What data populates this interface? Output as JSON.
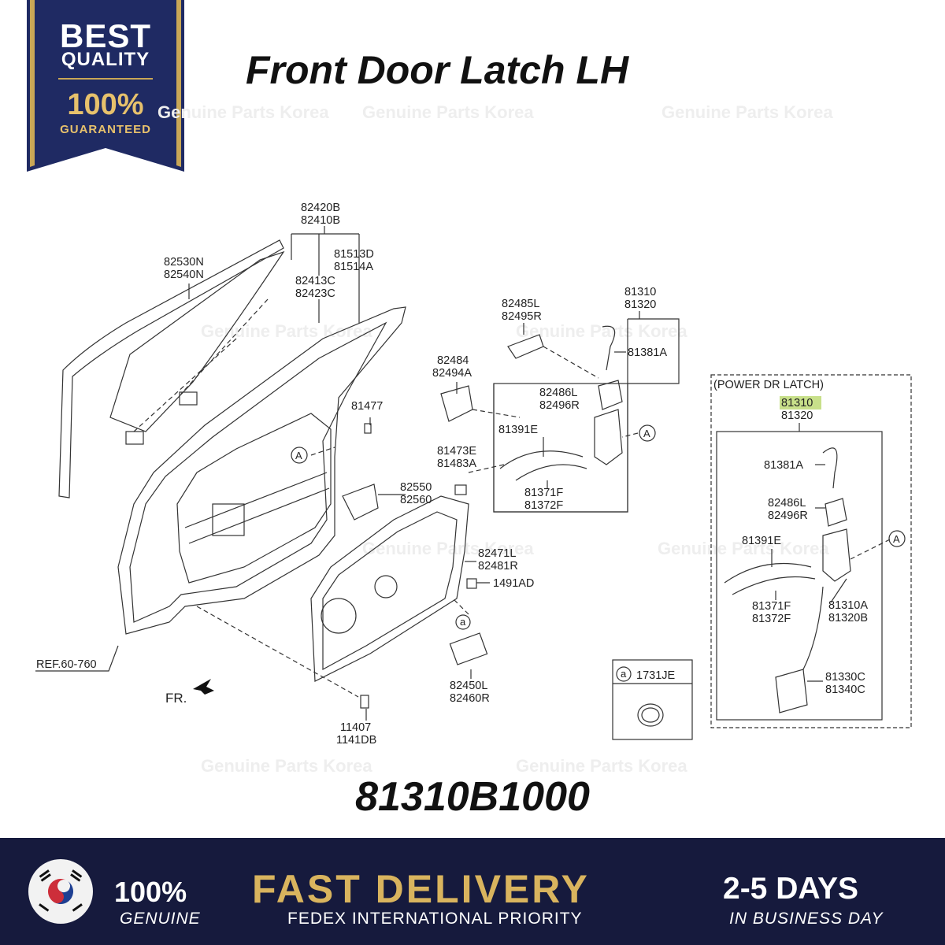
{
  "badge": {
    "line1": "BEST",
    "line2": "QUALITY",
    "line3": "100%",
    "line4": "GUARANTEED"
  },
  "title": "Front Door Latch LH",
  "part_number": "81310B1000",
  "watermark": "Genuine Parts Korea",
  "diagram": {
    "power_latch_title": "(POWER DR LATCH)",
    "highlight_label": "81310",
    "labels": {
      "l82420B": "82420B",
      "l82410B": "82410B",
      "l81513D": "81513D",
      "l81514A": "81514A",
      "l82530N": "82530N",
      "l82540N": "82540N",
      "l82413C": "82413C",
      "l82423C": "82423C",
      "l81477": "81477",
      "l82484": "82484",
      "l82494A": "82494A",
      "l82485L": "82485L",
      "l82495R": "82495R",
      "l81310": "81310",
      "l81320": "81320",
      "l81381A": "81381A",
      "l82486L": "82486L",
      "l82496R": "82496R",
      "l81391E": "81391E",
      "l81473E": "81473E",
      "l81483A": "81483A",
      "l81371F": "81371F",
      "l81372F": "81372F",
      "l82550": "82550",
      "l82560": "82560",
      "l82471L": "82471L",
      "l82481R": "82481R",
      "l1491AD": "1491AD",
      "l82450L": "82450L",
      "l82460R": "82460R",
      "l11407": "11407",
      "l1141DB": "1141DB",
      "l1731JE": "1731JE",
      "lREF": "REF.60-760",
      "lFR": "FR.",
      "p81320": "81320",
      "p81381A": "81381A",
      "p82486L": "82486L",
      "p82496R": "82496R",
      "p81391E": "81391E",
      "p81371F": "81371F",
      "p81372F": "81372F",
      "p81310A": "81310A",
      "p81320B": "81320B",
      "p81330C": "81330C",
      "p81340C": "81340C",
      "circleA": "A",
      "circlea": "a"
    }
  },
  "footer": {
    "genuine_pct": "100%",
    "genuine": "GENUINE",
    "fast": "FAST DELIVERY",
    "fedex": "FEDEX INTERNATIONAL PRIORITY",
    "days": "2-5 DAYS",
    "business": "IN BUSINESS DAY"
  },
  "colors": {
    "navy": "#161a3d",
    "gold": "#d9b45e",
    "highlight": "#c8e08a"
  }
}
